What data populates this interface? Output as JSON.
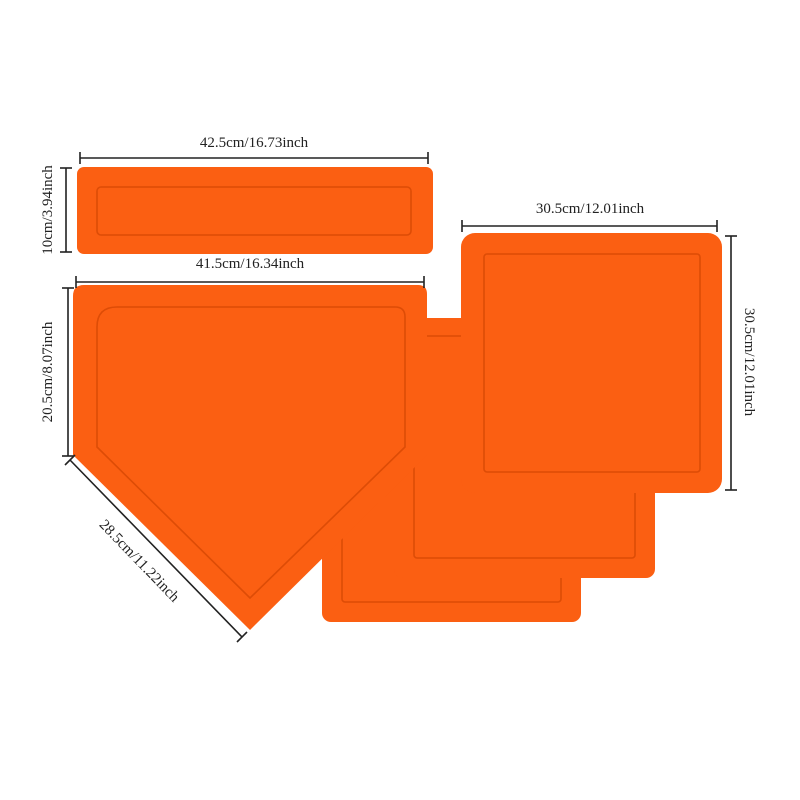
{
  "colors": {
    "piece_fill": "#fb5f12",
    "groove_stroke": "#d94a05",
    "dimension_line": "#222222",
    "background": "#ffffff"
  },
  "dimensions": {
    "rubber_width": "42.5cm/16.73inch",
    "rubber_height": "10cm/3.94inch",
    "plate_width": "41.5cm/16.34inch",
    "plate_side": "20.5cm/8.07inch",
    "plate_diagonal": "28.5cm/11.22inch",
    "base_width": "30.5cm/12.01inch",
    "base_height": "30.5cm/12.01inch"
  }
}
